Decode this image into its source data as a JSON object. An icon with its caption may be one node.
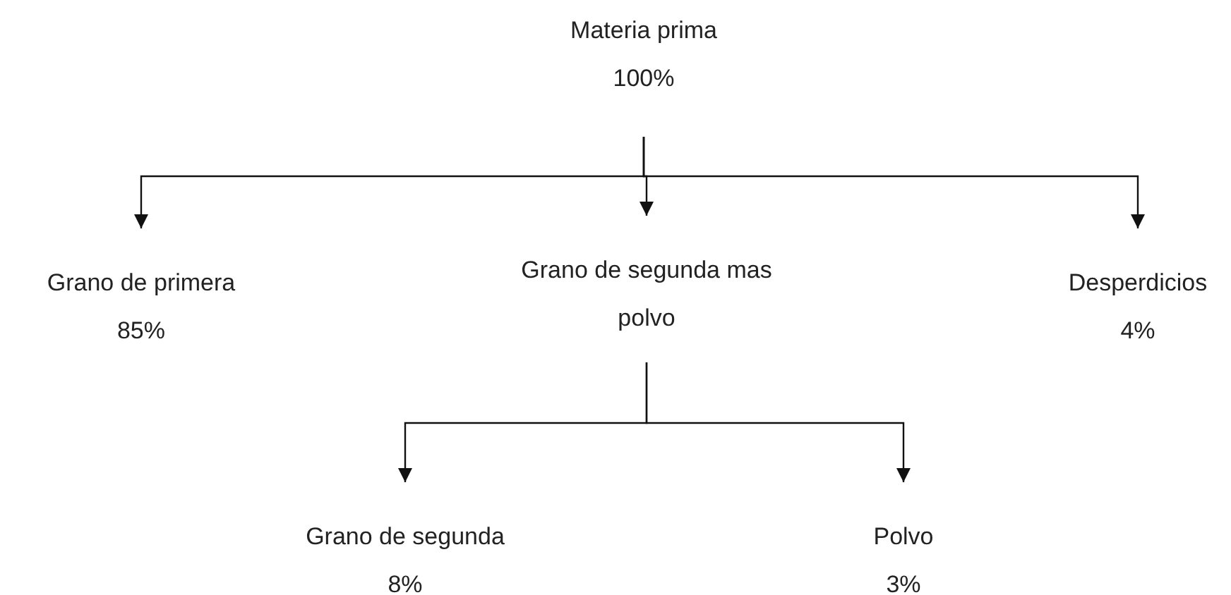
{
  "diagram": {
    "nodes": [
      {
        "text": [
          "Materia prima",
          "100%"
        ]
      },
      {
        "text": [
          "Grano de primera",
          "85%"
        ]
      },
      {
        "text": [
          "Grano de segunda mas polvo"
        ]
      },
      {
        "text": [
          "Desperdicios",
          "4%"
        ]
      },
      {
        "text": [
          "Grano de segunda",
          "8%"
        ]
      },
      {
        "text": [
          "Polvo",
          "3%"
        ]
      }
    ],
    "edges": [
      {
        "from": 0,
        "to": 1,
        "arrow": "to"
      },
      {
        "from": 0,
        "to": 2,
        "arrow": "to"
      },
      {
        "from": 0,
        "to": 3,
        "arrow": "to"
      },
      {
        "from": 2,
        "to": 4,
        "arrow": "to"
      },
      {
        "from": 2,
        "to": 5,
        "arrow": "to"
      }
    ]
  }
}
